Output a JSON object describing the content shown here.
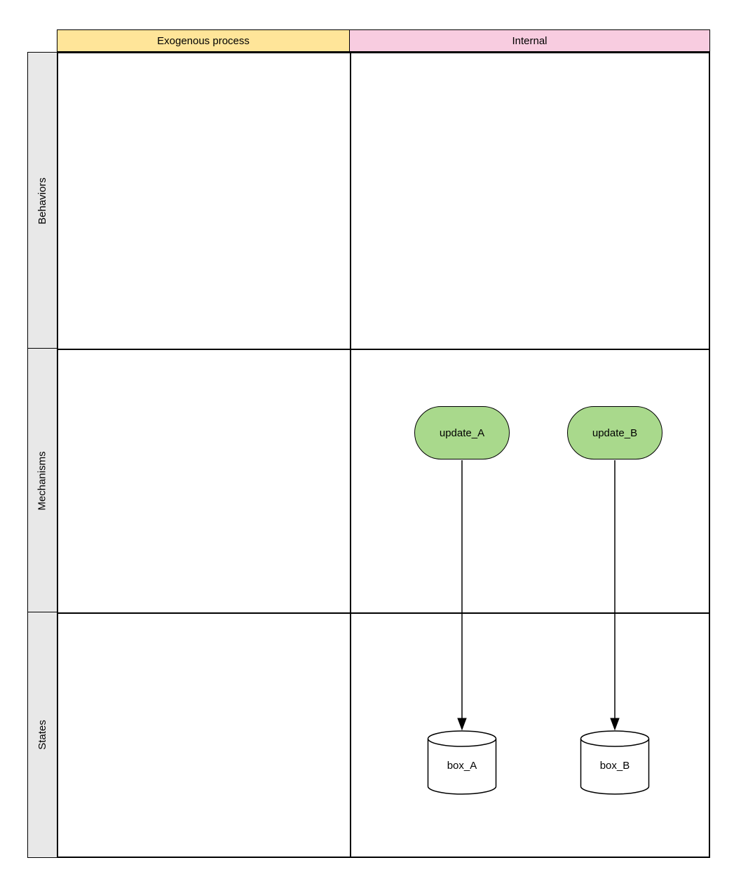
{
  "diagram": {
    "column_headers": [
      {
        "label": "Exogenous process",
        "bg": "#ffe599"
      },
      {
        "label": "Internal",
        "bg": "#f8cce0"
      }
    ],
    "row_headers": [
      {
        "label": "Behaviors",
        "bg": "#e8e8e8"
      },
      {
        "label": "Mechanisms",
        "bg": "#e8e8e8"
      },
      {
        "label": "States",
        "bg": "#e8e8e8"
      }
    ],
    "nodes": {
      "update_A": {
        "label": "update_A",
        "type": "stadium",
        "fill": "#a9d98c",
        "stroke": "#000000"
      },
      "update_B": {
        "label": "update_B",
        "type": "stadium",
        "fill": "#a9d98c",
        "stroke": "#000000"
      },
      "box_A": {
        "label": "box_A",
        "type": "cylinder",
        "fill": "#ffffff",
        "stroke": "#000000"
      },
      "box_B": {
        "label": "box_B",
        "type": "cylinder",
        "fill": "#ffffff",
        "stroke": "#000000"
      }
    },
    "edges": [
      {
        "from": "update_A",
        "to": "box_A",
        "style": "solid-arrow"
      },
      {
        "from": "update_B",
        "to": "box_B",
        "style": "solid-arrow"
      }
    ]
  }
}
